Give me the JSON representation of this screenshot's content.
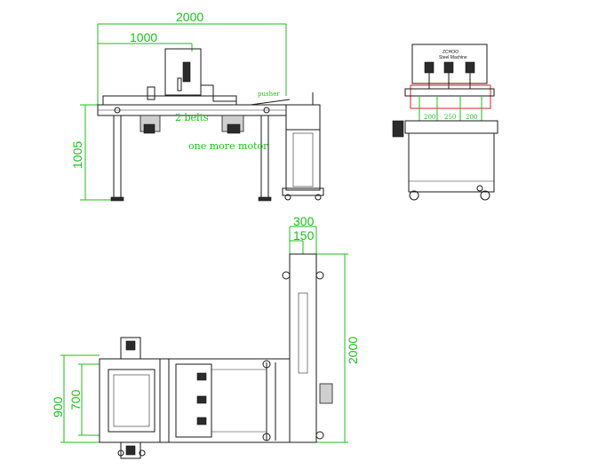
{
  "front_view": {
    "dim_total_length": "2000",
    "dim_half_length": "1000",
    "dim_height": "1005",
    "note_belts": "2 belts",
    "note_motor": "one more motor",
    "note_pusher": "pusher"
  },
  "side_view": {
    "dim_gap_1": "200",
    "dim_gap_2": "250",
    "dim_gap_3": "200",
    "brand_line_1": "ZCHOO",
    "brand_line_2": "Steel Machine"
  },
  "top_view": {
    "dim_width_300": "300",
    "dim_width_150": "150",
    "dim_length_2000": "2000",
    "dim_width_900": "900",
    "dim_width_700": "700"
  },
  "colors": {
    "dimension": "#19c219",
    "outline": "#1a1a1a",
    "highlight": "#e02020"
  }
}
